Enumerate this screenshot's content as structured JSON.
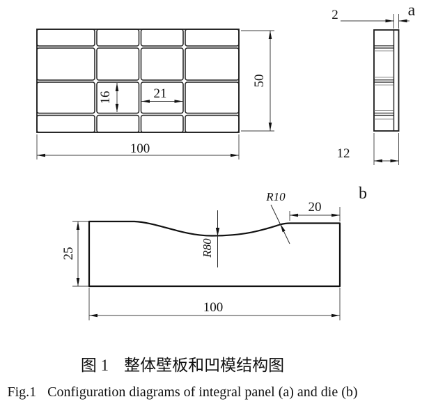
{
  "figure": {
    "view_labels": {
      "a": "a",
      "b": "b"
    },
    "panel_front": {
      "overall_width": "100",
      "overall_height": "50",
      "pocket_height": "16",
      "pocket_width": "21"
    },
    "panel_side": {
      "skin_thickness": "2",
      "panel_thickness": "12"
    },
    "die": {
      "height": "25",
      "width": "100",
      "flat_length": "20",
      "radius_large": "R80",
      "radius_small": "R10"
    },
    "caption": {
      "zh_prefix": "图 1",
      "zh_text": "整体壁板和凹模结构图",
      "en_prefix": "Fig.1",
      "en_text": "Configuration diagrams of integral panel (a) and die (b)"
    }
  }
}
